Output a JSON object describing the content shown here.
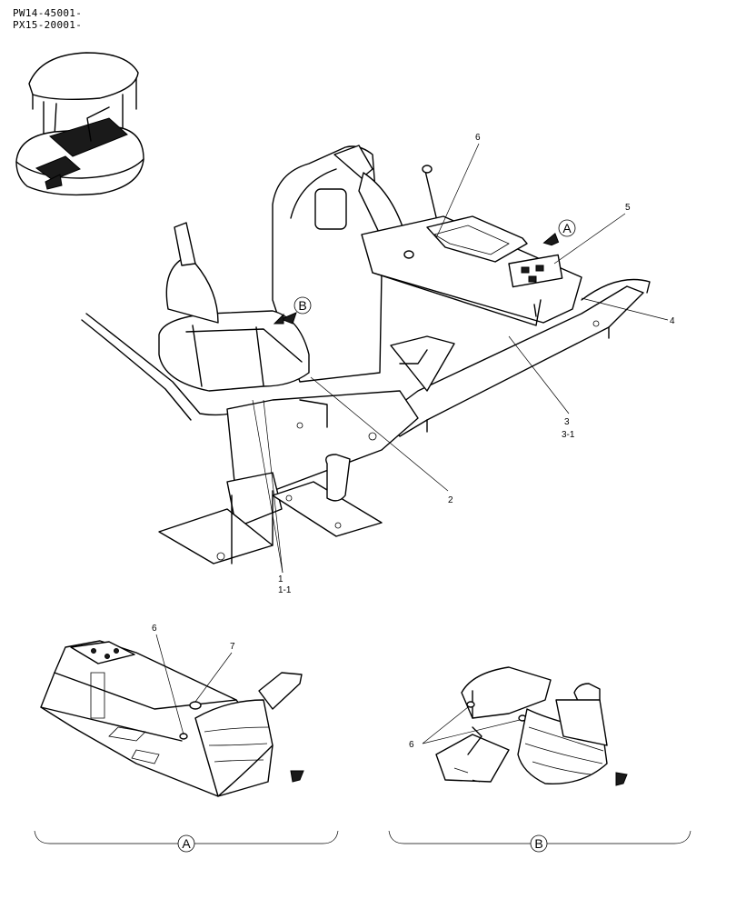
{
  "serials": [
    "PW14-45001-",
    "PX15-20001-"
  ],
  "callouts": {
    "c6_top": "6",
    "c5": "5",
    "c4": "4",
    "c3": "3",
    "c3_1": "3-1",
    "c2": "2",
    "c1": "1",
    "c1_1": "1-1",
    "c6_detailA": "6",
    "c7": "7",
    "c6_detailB": "6"
  },
  "view_markers": {
    "arrow_a": "A",
    "arrow_b": "B",
    "section_a": "A",
    "section_b": "B"
  },
  "icons": [
    "machine-overview-icon",
    "view-arrow-icon"
  ]
}
